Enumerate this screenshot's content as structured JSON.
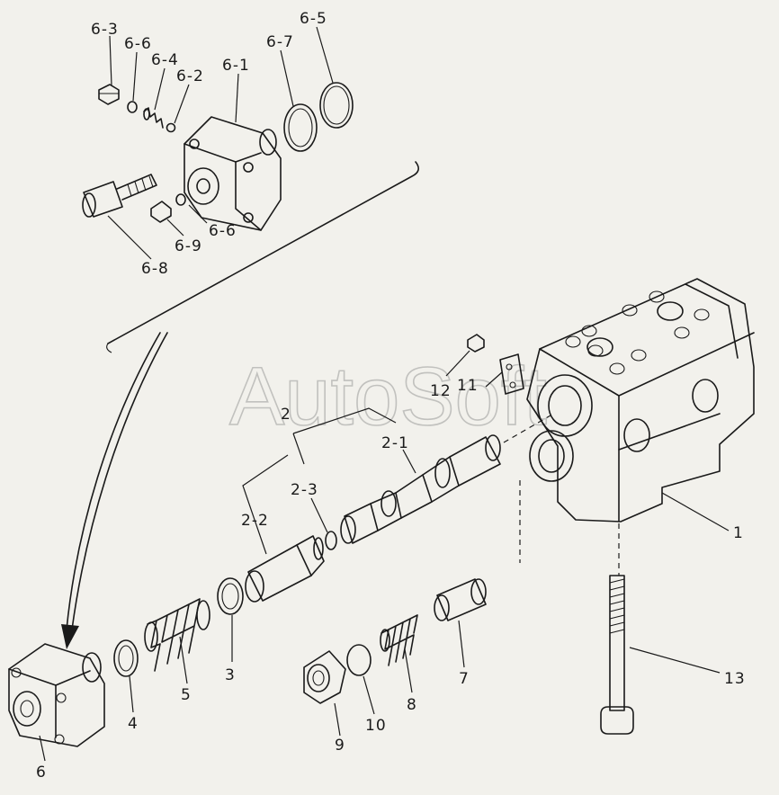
{
  "watermark": "AutoSoft",
  "labels": {
    "l6_3": "6-3",
    "l6_6a": "6-6",
    "l6_4": "6-4",
    "l6_2": "6-2",
    "l6_1": "6-1",
    "l6_7": "6-7",
    "l6_5": "6-5",
    "l6_6b": "6-6",
    "l6_9": "6-9",
    "l6_8": "6-8",
    "l12": "12",
    "l11": "11",
    "l2": "2",
    "l2_1": "2-1",
    "l2_3": "2-3",
    "l2_2": "2-2",
    "l1": "1",
    "l13": "13",
    "l3": "3",
    "l4": "4",
    "l5": "5",
    "l6": "6",
    "l7": "7",
    "l8": "8",
    "l9": "9",
    "l10": "10"
  }
}
